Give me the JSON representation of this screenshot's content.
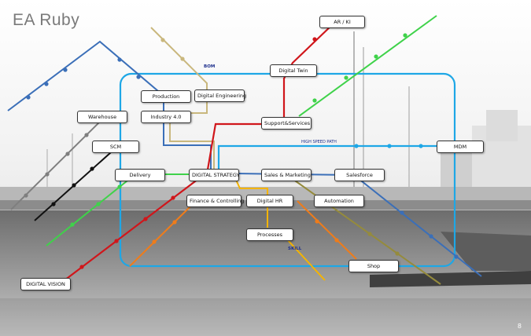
{
  "header": {
    "title": "EA Ruby"
  },
  "nodes": {
    "ar_ki": "AR / KI",
    "digital_twin": "Digital Twin",
    "production": "Production",
    "digital_engineering": "Digital Engineering",
    "warehouse": "Warehouse",
    "industry40": "Industry 4.0",
    "support_services": "Support&Services",
    "scm": "SCM",
    "mdm": "MDM",
    "delivery": "Delivery",
    "digital_strategy": "DIGITAL STRATEGY",
    "sales_marketing": "Sales & Marketing",
    "salesforce": "Salesforce",
    "finance_controlling": "Finance & Controlling",
    "digital_hr": "Digital HR",
    "automation": "Automation",
    "processes": "Processes",
    "shop": "Shop",
    "digital_vision": "DIGITAL VISION"
  },
  "labels": {
    "bom": "BOM",
    "high_speed_path": "HIGH SPEED PATH",
    "skill": "SKILL"
  },
  "footer": {
    "page_number": "8"
  },
  "colors": {
    "loop_blue": "#1ea7e6",
    "red": "#d0161b",
    "green": "#3fd24a",
    "dark_blue": "#3b6fb8",
    "tan": "#c9b77d",
    "gray": "#7f7f7f",
    "black": "#111111",
    "orange": "#ee7c1b",
    "yellow": "#f5b400",
    "olive": "#958b3c",
    "label_navy": "#1c2e8c"
  }
}
